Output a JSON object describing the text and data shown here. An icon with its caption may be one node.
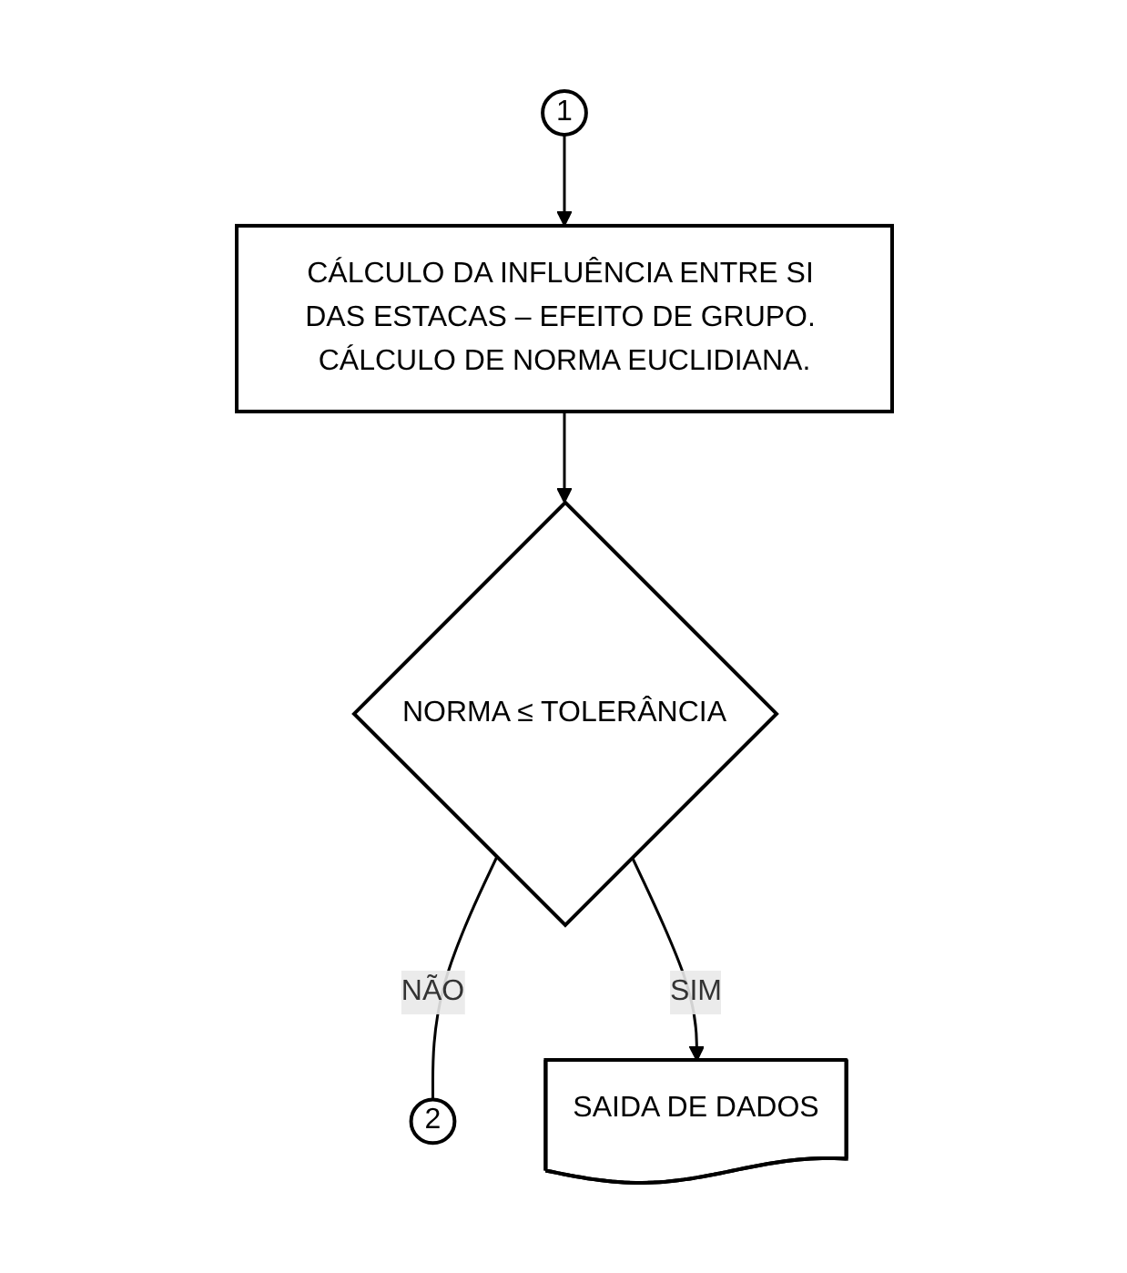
{
  "diagram": {
    "nodes": [
      {
        "text": [
          "1"
        ]
      },
      {
        "text": [
          "CÁLCULO DA INFLUÊNCIA ENTRE SI DAS ESTACAS – EFEITO DE GRUPO. CÁLCULO DE NORMA EUCLIDIANA."
        ]
      },
      {
        "text": [
          "NORMA ≤ TOLERÂNCIA"
        ]
      },
      {
        "text": [
          "SAIDA DE DADOS"
        ]
      },
      {
        "text": [
          "2"
        ]
      }
    ],
    "edges": [
      {
        "from": 0,
        "to": 1,
        "arrow": "to"
      },
      {
        "from": 1,
        "to": 2,
        "arrow": "to"
      },
      {
        "from": 2,
        "to": 4,
        "arrow": "none",
        "label": "NÃO"
      },
      {
        "from": 2,
        "to": 3,
        "arrow": "to",
        "label": "SIM"
      }
    ]
  }
}
